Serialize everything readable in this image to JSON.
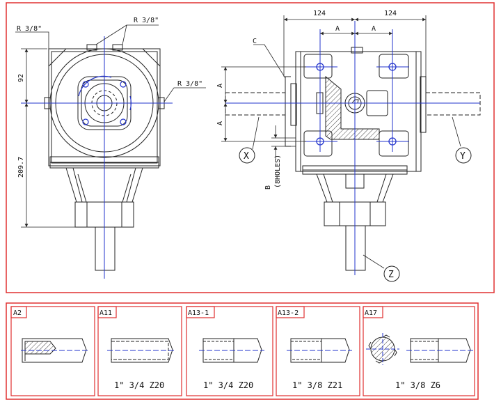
{
  "colors": {
    "frame": "#e03030",
    "line": "#222222",
    "centerline": "#2233cc",
    "hatch": "#444444"
  },
  "top_view": {
    "left": {
      "port_labels": [
        "R 3/8\"",
        "R 3/8\"",
        "R 3/8\""
      ],
      "dims": {
        "upper": "92",
        "lower": "209.7"
      }
    },
    "right": {
      "dims": {
        "width_left": "124",
        "width_right": "124",
        "half_a_left": "A",
        "half_a_right": "A",
        "vert_a_top": "A",
        "vert_a_bottom": "A"
      },
      "labels": {
        "c": "C",
        "b": "B",
        "holes": "(8HOLES)"
      },
      "shafts": {
        "x": "X",
        "y": "Y",
        "z": "Z"
      }
    }
  },
  "variants": [
    {
      "code": "A2",
      "caption": ""
    },
    {
      "code": "A11",
      "caption": "1\" 3/4 Z20"
    },
    {
      "code": "A13-1",
      "caption": "1\" 3/4 Z20"
    },
    {
      "code": "A13-2",
      "caption": "1\" 3/8 Z21"
    },
    {
      "code": "A17",
      "caption": "1\" 3/8 Z6"
    }
  ]
}
